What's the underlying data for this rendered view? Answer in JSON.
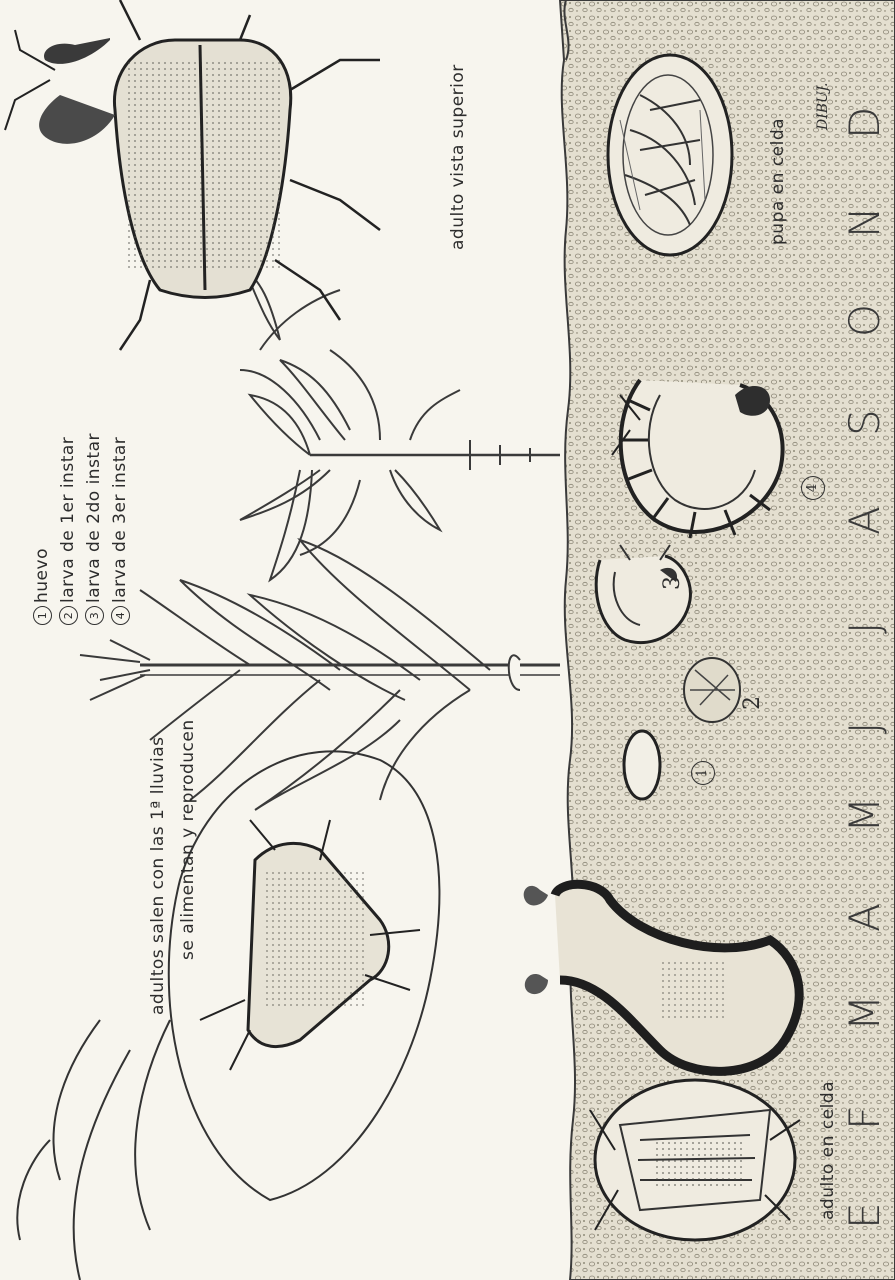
{
  "legend": {
    "items": [
      {
        "marker": "1",
        "label": "huevo"
      },
      {
        "marker": "2",
        "label": "larva de 1er instar"
      },
      {
        "marker": "3",
        "label": "larva de 2do instar"
      },
      {
        "marker": "4",
        "label": "larva de 3er instar"
      }
    ]
  },
  "captions": {
    "adults_line1": "adultos salen con las 1ª lluvias",
    "adults_line2": "se alimentan y reproducen",
    "adult_top_view": "adulto vista superior",
    "adult_in_cell": "adulto en celda",
    "pupa_in_cell": "pupa en celda",
    "signature": "DIBUJ.",
    "stage_1": "1",
    "stage_2": "2",
    "stage_3": "3",
    "stage_4": "4"
  },
  "months": [
    "E",
    "F",
    "M",
    "A",
    "M",
    "J",
    "J",
    "A",
    "S",
    "O",
    "N",
    "D"
  ],
  "colors": {
    "paper": "#f7f5ee",
    "soil": "#e6e1d3",
    "ink": "#2a2a2a"
  }
}
